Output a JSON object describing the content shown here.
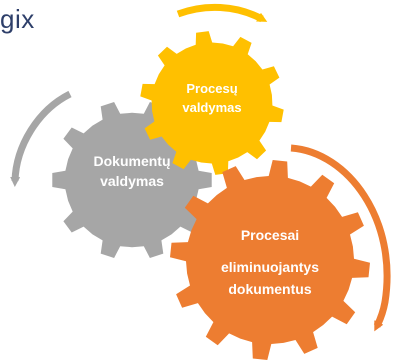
{
  "logo": {
    "text": "gix"
  },
  "gears": [
    {
      "key": "documents",
      "lines": [
        "Dokumentų",
        "valdymas"
      ],
      "color": "#a6a6a6"
    },
    {
      "key": "processes",
      "lines": [
        "Procesų",
        "valdymas"
      ],
      "color": "#ffc000"
    },
    {
      "key": "elimination",
      "lines": [
        "Procesai",
        "eliminuojantys",
        "dokumentus"
      ],
      "color": "#ed7d31"
    }
  ],
  "arrows": [
    {
      "key": "top",
      "color": "#ffc000"
    },
    {
      "key": "left",
      "color": "#a6a6a6"
    },
    {
      "key": "right",
      "color": "#ed7d31"
    }
  ]
}
